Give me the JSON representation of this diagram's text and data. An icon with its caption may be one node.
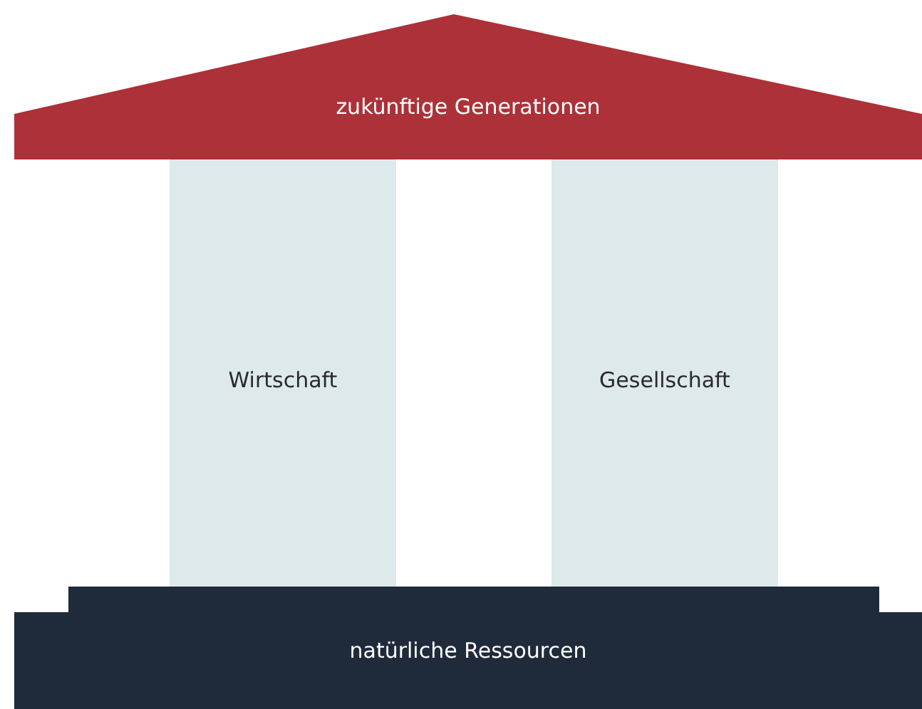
{
  "diagram": {
    "nodes": [
      {
        "text": [
          "zukünftige Generationen"
        ]
      },
      {
        "text": [
          "Wirtschaft"
        ]
      },
      {
        "text": [
          "Gesellschaft"
        ]
      },
      {
        "text": [
          "natürliche Ressourcen"
        ]
      }
    ]
  }
}
